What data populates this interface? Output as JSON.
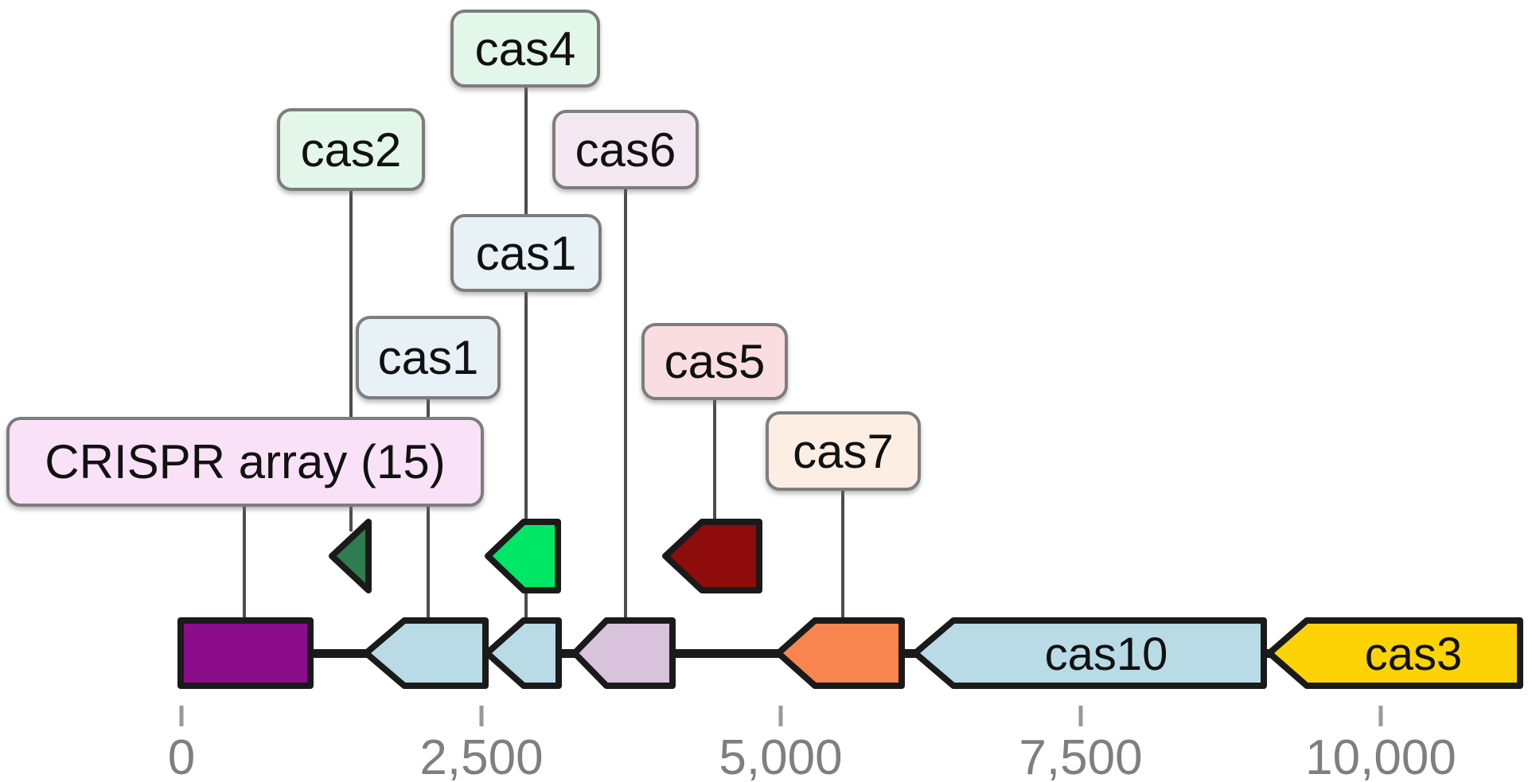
{
  "diagram": {
    "type": "gene-cluster-map",
    "description_visible": "CRISPR-Cas operon diagram with labeled gene arrows over a basepair scale axis"
  },
  "labels": [
    {
      "text": "cas4",
      "bg": "#e3f6ea",
      "connects_to": "gene-cas4"
    },
    {
      "text": "cas2",
      "bg": "#e3f6ea",
      "connects_to": "gene-cas2"
    },
    {
      "text": "cas6",
      "bg": "#f3e8f2",
      "connects_to": "gene-cas6"
    },
    {
      "text": "cas1",
      "bg": "#e8f2f6",
      "connects_to": "gene-cas1-small"
    },
    {
      "text": "cas1",
      "bg": "#e8f2f6",
      "connects_to": "gene-cas1"
    },
    {
      "text": "CRISPR array (15)",
      "bg": "#f9e2f7",
      "connects_to": "gene-crispr-array"
    },
    {
      "text": "cas5",
      "bg": "#fadde1",
      "connects_to": "gene-cas5"
    },
    {
      "text": "cas7",
      "bg": "#fdeee3",
      "connects_to": "gene-cas7"
    }
  ],
  "genes": [
    {
      "name": "crispr-array",
      "label": "",
      "color": "#8b0d8b",
      "shape": "rect",
      "row": "main",
      "strand": "none"
    },
    {
      "name": "cas1",
      "label": "",
      "color": "#b9dbe6",
      "shape": "left-arrow",
      "row": "main",
      "strand": "reverse"
    },
    {
      "name": "cas1-small",
      "label": "",
      "color": "#b9dbe6",
      "shape": "left-arrow",
      "row": "main",
      "strand": "reverse"
    },
    {
      "name": "cas6",
      "label": "",
      "color": "#d9c2dc",
      "shape": "left-arrow",
      "row": "main",
      "strand": "reverse"
    },
    {
      "name": "cas2",
      "label": "",
      "color": "#2e7d4f",
      "shape": "left-arrow",
      "row": "raised",
      "strand": "reverse"
    },
    {
      "name": "cas4",
      "label": "",
      "color": "#00e765",
      "shape": "left-arrow",
      "row": "raised",
      "strand": "reverse"
    },
    {
      "name": "cas5",
      "label": "",
      "color": "#8e0c0c",
      "shape": "left-arrow",
      "row": "raised",
      "strand": "reverse"
    },
    {
      "name": "cas7",
      "label": "",
      "color": "#f8854f",
      "shape": "left-arrow",
      "row": "main",
      "strand": "reverse"
    },
    {
      "name": "cas10",
      "label": "cas10",
      "color": "#b9dbe6",
      "shape": "left-arrow",
      "row": "main",
      "strand": "reverse"
    },
    {
      "name": "cas3",
      "label": "cas3",
      "color": "#fdd306",
      "shape": "left-arrow",
      "row": "main",
      "strand": "reverse"
    }
  ],
  "axis": {
    "ticks": [
      {
        "label": "0"
      },
      {
        "label": "2,500"
      },
      {
        "label": "5,000"
      },
      {
        "label": "7,500"
      },
      {
        "label": "10,000"
      }
    ],
    "tick_color": "#999999",
    "label_color": "#7f7f7f"
  },
  "style": {
    "callout_line_color": "#4d4d4d",
    "gene_outline_color": "#1a1a1a",
    "backbone_color": "#1a1a1a",
    "label_border_color": "#7d7d7d"
  }
}
